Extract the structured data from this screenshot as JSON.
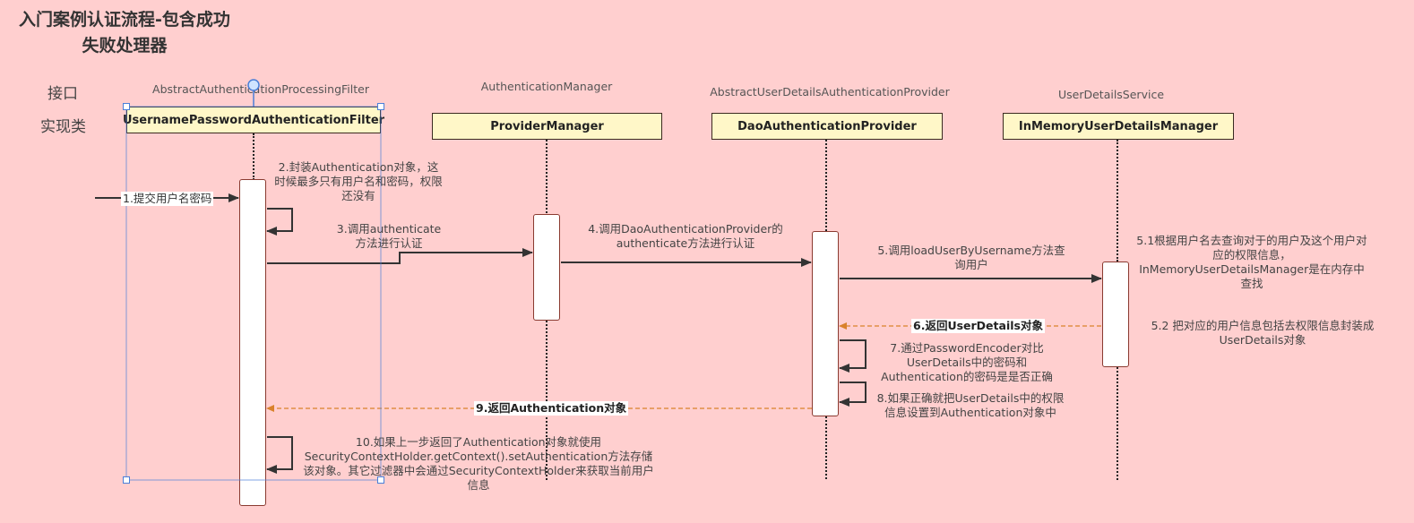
{
  "title": "入门案例认证流程-包含成功失败处理器",
  "row_labels": {
    "interface": "接口",
    "implementation": "实现类"
  },
  "participants": [
    {
      "interface": "AbstractAuthenticationProcessingFilter",
      "implementation": "UsernamePasswordAuthenticationFilter"
    },
    {
      "interface": "AuthenticationManager",
      "implementation": "ProviderManager"
    },
    {
      "interface": "AbstractUserDetailsAuthenticationProvider",
      "implementation": "DaoAuthenticationProvider"
    },
    {
      "interface": "UserDetailsService",
      "implementation": "InMemoryUserDetailsManager"
    }
  ],
  "messages": {
    "m1": "1.提交用户名密码",
    "m2": "2.封装Authentication对象，这时候最多只有用户名和密码，权限还没有",
    "m3": "3.调用authenticate方法进行认证",
    "m4": "4.调用DaoAuthenticationProvider的authenticate方法进行认证",
    "m5": "5.调用loadUserByUsername方法查询用户",
    "m5_1": "5.1根据用户名去查询对于的用户及这个用户对应的权限信息，InMemoryUserDetailsManager是在内存中查找",
    "m5_2": "5.2 把对应的用户信息包括去权限信息封装成UserDetails对象",
    "m6": "6.返回UserDetails对象",
    "m7": "7.通过PasswordEncoder对比UserDetails中的密码和Authentication的密码是是否正确",
    "m8": "8.如果正确就把UserDetails中的权限信息设置到Authentication对象中",
    "m9": "9.返回Authentication对象",
    "m10": "10.如果上一步返回了Authentication对象就使用SecurityContextHolder.getContext().setAuthentication方法存储该对象。其它过滤器中会通过SecurityContextHolder来获取当前用户信息"
  },
  "colors": {
    "background": "#ffcfcf",
    "box_fill": "#fff7c8",
    "return_arrow": "#d9822b",
    "selection": "#4a7fd8"
  }
}
